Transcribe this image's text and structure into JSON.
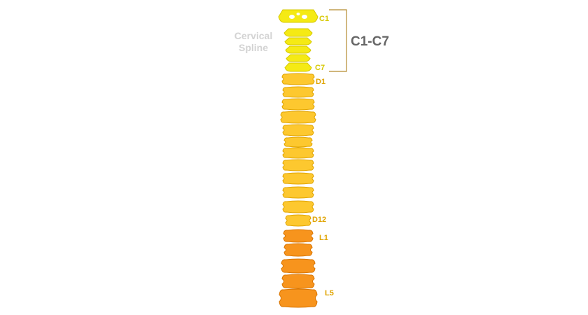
{
  "diagram": {
    "region_title": "Cervical\nSpline",
    "range_label": "C1-C7",
    "colors": {
      "cervical": "#f5ea14",
      "cervical_stroke": "#d6c800",
      "dorsal": "#fdc82f",
      "dorsal_stroke": "#e0a400",
      "lumbar": "#f7941d",
      "lumbar_stroke": "#d87400",
      "bracket": "#b58a2e",
      "range_label": "#666666",
      "region_title": "#d3d3d3"
    },
    "labels": {
      "c1": "C1",
      "c7": "C7",
      "d1": "D1",
      "d12": "D12",
      "l1": "L1",
      "l5": "L5"
    }
  }
}
